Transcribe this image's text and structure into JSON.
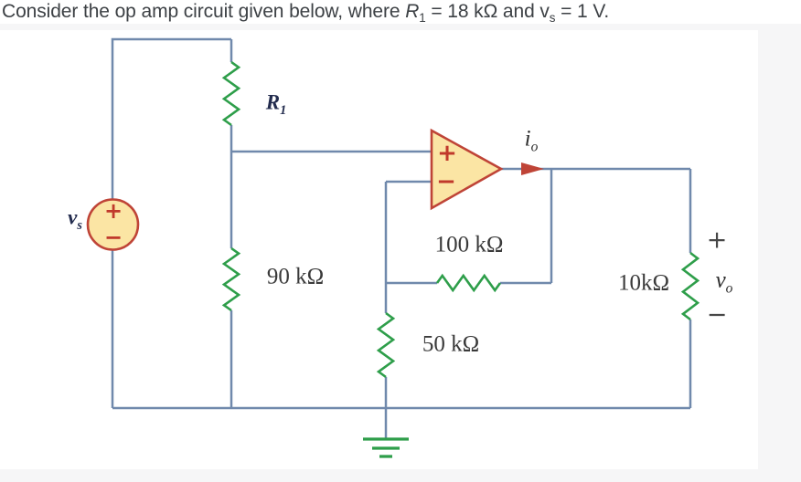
{
  "header": {
    "prefix": "Consider the op amp circuit given below, where ",
    "r_main": "R",
    "r_sub": "1",
    "mid": " = 18 kΩ and v",
    "v_sub": "s",
    "suffix": " = 1 V."
  },
  "circuit": {
    "source": {
      "label_main": "v",
      "label_sub": "s",
      "plus": "+",
      "minus": "−"
    },
    "r1": {
      "label_main": "R",
      "label_sub": "1"
    },
    "resistors": {
      "r90": "90 kΩ",
      "r100": "100 kΩ",
      "r50": "50 kΩ",
      "r10": "10kΩ"
    },
    "opamp": {
      "plus": "+",
      "minus": "−"
    },
    "io": {
      "label_main": "i",
      "label_sub": "o"
    },
    "vo": {
      "label_main": "v",
      "label_sub": "o",
      "plus": "+",
      "minus": "−"
    },
    "colors": {
      "wire": "#7089ac",
      "resistor": "#2e9e4a",
      "red": "#bf4437",
      "fill": "#fbe5a4",
      "text": "#3a3a3a",
      "navy": "#232c4e",
      "sign": "#c0392b",
      "dark": "#474747",
      "bg": "#f6f6f7"
    }
  }
}
